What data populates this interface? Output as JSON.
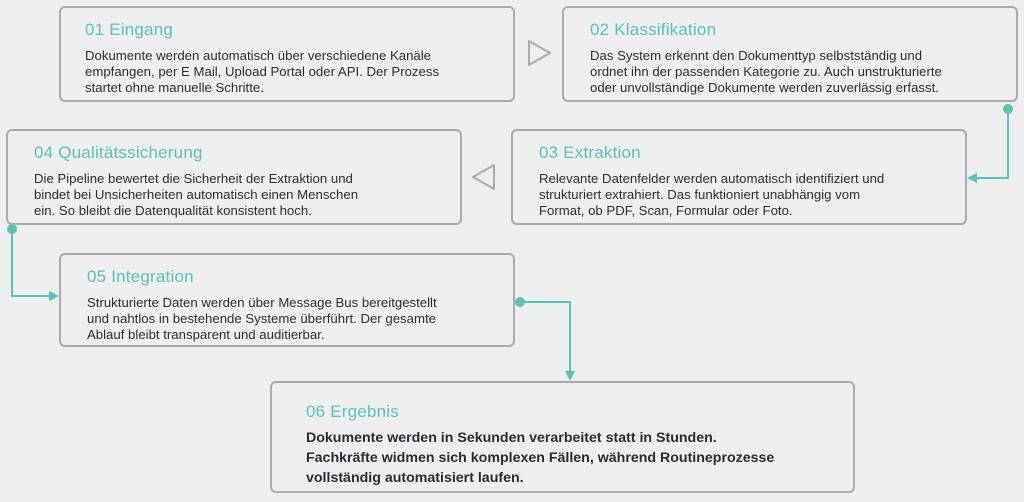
{
  "colors": {
    "background": "#edeef0",
    "card_border": "#a9abaf",
    "accent": "#5cc2b3",
    "text": "#2d2e30"
  },
  "steps": [
    {
      "title": "01 Eingang",
      "lines": [
        "Dokumente werden automatisch über verschiedene Kanäle",
        "empfangen, per E Mail, Upload Portal oder API. Der Prozess",
        "startet ohne manuelle Schritte."
      ]
    },
    {
      "title": "02 Klassifikation",
      "lines": [
        "Das System erkennt den Dokumenttyp selbstständig und",
        "ordnet ihn der passenden Kategorie zu. Auch unstrukturierte",
        "oder unvollständige Dokumente werden zuverlässig erfasst."
      ]
    },
    {
      "title": "03 Extraktion",
      "lines": [
        "Relevante Datenfelder werden automatisch identifiziert und",
        "strukturiert extrahiert. Das funktioniert unabhängig vom",
        "Format, ob PDF, Scan, Formular oder Foto."
      ]
    },
    {
      "title": "04 Qualitätssicherung",
      "lines": [
        "Die Pipeline bewertet die Sicherheit der Extraktion und",
        "bindet bei Unsicherheiten automatisch einen Menschen",
        "ein. So bleibt die Datenqualität konsistent hoch."
      ]
    },
    {
      "title": "05 Integration",
      "lines": [
        "Strukturierte Daten werden über Message Bus bereitgestellt",
        "und nahtlos in bestehende Systeme überführt. Der gesamte",
        "Ablauf bleibt transparent und auditierbar."
      ]
    },
    {
      "title": "06 Ergebnis",
      "lines": [
        "Dokumente werden in Sekunden verarbeitet statt in Stunden.",
        "Fachkräfte widmen sich komplexen Fällen, während Routineprozesse",
        "vollständig automatisiert laufen."
      ]
    }
  ],
  "connectors": [
    {
      "from": "01 Eingang",
      "to": "02 Klassifikation",
      "style": "outline-triangle",
      "direction": "right"
    },
    {
      "from": "02 Klassifikation",
      "to": "03 Extraktion",
      "style": "elbow-line",
      "direction": "down-left"
    },
    {
      "from": "03 Extraktion",
      "to": "04 Qualitätssicherung",
      "style": "outline-triangle",
      "direction": "left"
    },
    {
      "from": "04 Qualitätssicherung",
      "to": "05 Integration",
      "style": "elbow-line",
      "direction": "down-right"
    },
    {
      "from": "05 Integration",
      "to": "06 Ergebnis",
      "style": "elbow-line",
      "direction": "right-down"
    }
  ]
}
